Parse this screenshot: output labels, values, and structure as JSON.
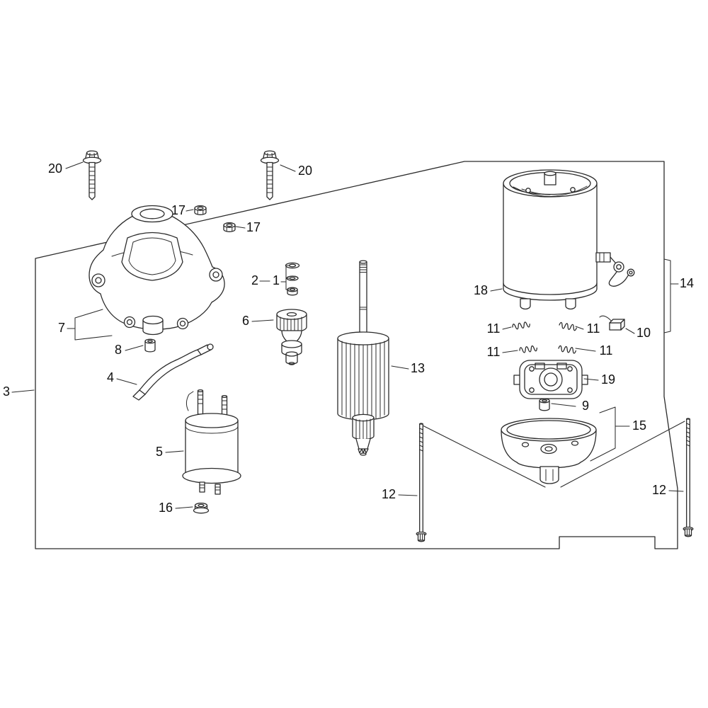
{
  "diagram": {
    "kind": "exploded-parts-view",
    "subject": "starter motor assembly",
    "colors": {
      "background": "#ffffff",
      "line": "#2b2b2b",
      "label": "#101010"
    },
    "callouts": [
      {
        "ref": "flange-bolt-left",
        "text": "20"
      },
      {
        "ref": "flange-bolt-right",
        "text": "20"
      },
      {
        "ref": "hex-nut-upper",
        "text": "17"
      },
      {
        "ref": "hex-nut-lower",
        "text": "17"
      },
      {
        "ref": "washer",
        "text": "2"
      },
      {
        "ref": "washer-set",
        "text": "1"
      },
      {
        "ref": "pinion-gear",
        "text": "6"
      },
      {
        "ref": "gear-case",
        "text": "7"
      },
      {
        "ref": "grommet",
        "text": "8"
      },
      {
        "ref": "shift-lever",
        "text": "4"
      },
      {
        "ref": "cover-outline",
        "text": "3"
      },
      {
        "ref": "magnetic-switch",
        "text": "5"
      },
      {
        "ref": "terminal-nut",
        "text": "16"
      },
      {
        "ref": "armature",
        "text": "13"
      },
      {
        "ref": "through-bolt-left",
        "text": "12"
      },
      {
        "ref": "through-bolt-right",
        "text": "12"
      },
      {
        "ref": "yoke-housing",
        "text": "18"
      },
      {
        "ref": "motor-assembly",
        "text": "14"
      },
      {
        "ref": "brush-spring-top-left",
        "text": "11"
      },
      {
        "ref": "brush-spring-top-right",
        "text": "11"
      },
      {
        "ref": "brush-spring-bottom-left",
        "text": "11"
      },
      {
        "ref": "brush-spring-bottom-right",
        "text": "11"
      },
      {
        "ref": "carbon-brush",
        "text": "10"
      },
      {
        "ref": "brush-holder",
        "text": "19"
      },
      {
        "ref": "bushing",
        "text": "9"
      },
      {
        "ref": "end-frame",
        "text": "15"
      }
    ]
  }
}
